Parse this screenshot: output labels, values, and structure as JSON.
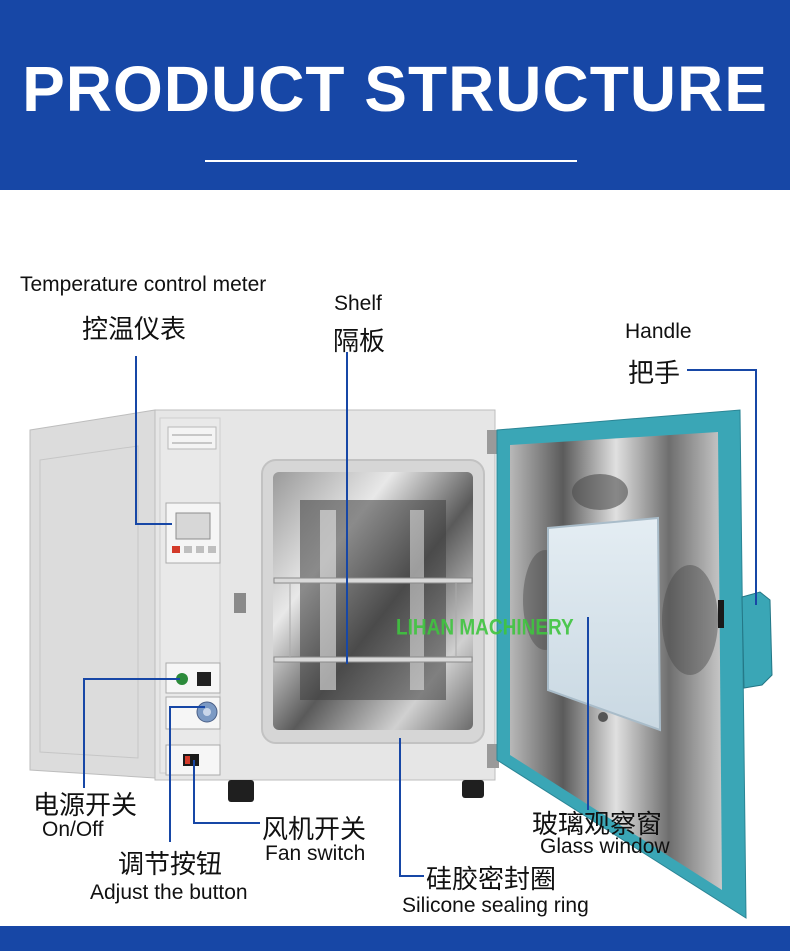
{
  "header": {
    "title": "PRODUCT STRUCTURE"
  },
  "watermark": "LIHAN MACHINERY",
  "colors": {
    "header_bg": "#1747a6",
    "leader_line": "#1747a6",
    "door_frame": "#3aa6b6"
  },
  "callouts": {
    "temperature_meter": {
      "en": "Temperature control meter",
      "cn": "控温仪表"
    },
    "shelf": {
      "en": "Shelf",
      "cn": "隔板"
    },
    "handle": {
      "en": "Handle",
      "cn": "把手"
    },
    "power_switch": {
      "cn": "电源开关",
      "en": "On/Off"
    },
    "adjust_button": {
      "cn": "调节按钮",
      "en": "Adjust the button"
    },
    "fan_switch": {
      "cn": "风机开关",
      "en": "Fan switch"
    },
    "glass_window": {
      "cn": "玻璃观察窗",
      "en": "Glass window"
    },
    "silicone_ring": {
      "cn": "硅胶密封圈",
      "en": "Silicone sealing ring"
    }
  }
}
